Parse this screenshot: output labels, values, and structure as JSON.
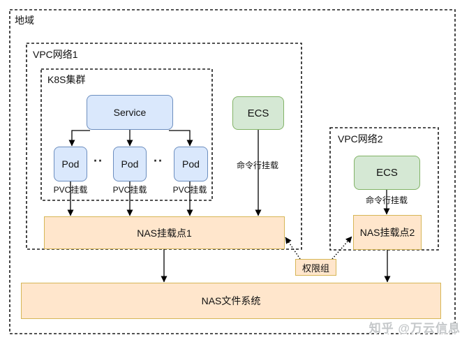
{
  "diagram": {
    "region": {
      "label": "地域"
    },
    "vpc1": {
      "label": "VPC网络1"
    },
    "k8s": {
      "label": "K8S集群"
    },
    "service": {
      "label": "Service"
    },
    "pods": [
      {
        "label": "Pod",
        "mount_label": "PVC挂载"
      },
      {
        "label": "Pod",
        "mount_label": "PVC挂载"
      },
      {
        "label": "Pod",
        "mount_label": "PVC挂载"
      }
    ],
    "pod_separator": "··",
    "ecs1": {
      "label": "ECS",
      "mount_label": "命令行挂载"
    },
    "vpc2": {
      "label": "VPC网络2"
    },
    "ecs2": {
      "label": "ECS",
      "mount_label": "命令行挂载"
    },
    "nas_mount1": {
      "label": "NAS挂载点1"
    },
    "nas_mount2": {
      "label": "NAS挂载点2"
    },
    "permission_group": {
      "label": "权限组"
    },
    "nas_file_system": {
      "label": "NAS文件系统"
    },
    "watermark": "知乎 @万云信息"
  },
  "colors": {
    "k8s_node_fill": "#dae8fc",
    "k8s_node_border": "#6c8ebf",
    "ecs_fill": "#d5e8d4",
    "ecs_border": "#82b366",
    "nas_fill": "#ffe6cc",
    "nas_border": "#d6b656",
    "connector": "#000000",
    "dashed_border": "#1a1a1a",
    "watermark_text": "#c4c7c9"
  }
}
